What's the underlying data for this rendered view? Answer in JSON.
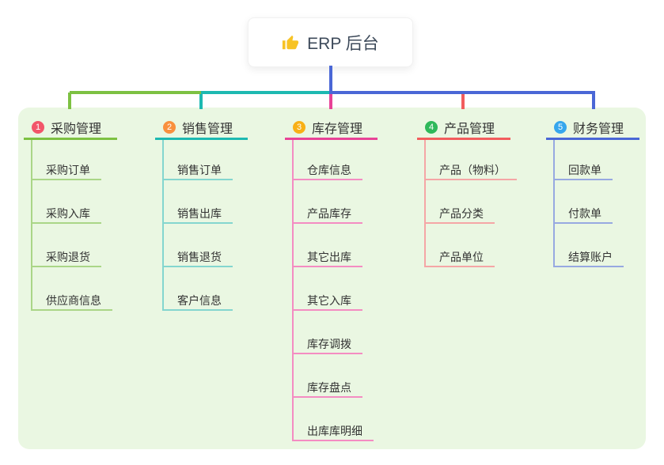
{
  "root": {
    "label": "ERP 后台",
    "icon": "thumbs-up",
    "icon_color": "#f7c325",
    "line_color": "#4a67d6"
  },
  "branches": [
    {
      "index": "1",
      "label": "采购管理",
      "badge_color": "#f2566a",
      "line_color": "#7dc142",
      "child_line_color": "#aad687",
      "children": [
        "采购订单",
        "采购入库",
        "采购退货",
        "供应商信息"
      ]
    },
    {
      "index": "2",
      "label": "销售管理",
      "badge_color": "#f9903e",
      "line_color": "#1db9b1",
      "child_line_color": "#84d6cf",
      "children": [
        "销售订单",
        "销售出库",
        "销售退货",
        "客户信息"
      ]
    },
    {
      "index": "3",
      "label": "库存管理",
      "badge_color": "#f8b017",
      "line_color": "#e84397",
      "child_line_color": "#f48cc2",
      "children": [
        "仓库信息",
        "产品库存",
        "其它出库",
        "其它入库",
        "库存调拨",
        "库存盘点",
        "出库库明细"
      ]
    },
    {
      "index": "4",
      "label": "产品管理",
      "badge_color": "#2fb85a",
      "line_color": "#f25d5d",
      "child_line_color": "#f5a6a6",
      "children": [
        "产品（物料）",
        "产品分类",
        "产品单位"
      ]
    },
    {
      "index": "5",
      "label": "财务管理",
      "badge_color": "#36a6ed",
      "line_color": "#4a67d6",
      "child_line_color": "#97a9e1",
      "children": [
        "回款单",
        "付款单",
        "结算账户"
      ]
    }
  ],
  "canvas": {
    "page_bg": "#ffffff",
    "panel_bg": "#eaf7e2",
    "root_text_color": "#3d4a5a",
    "node_text_color": "#333333"
  }
}
